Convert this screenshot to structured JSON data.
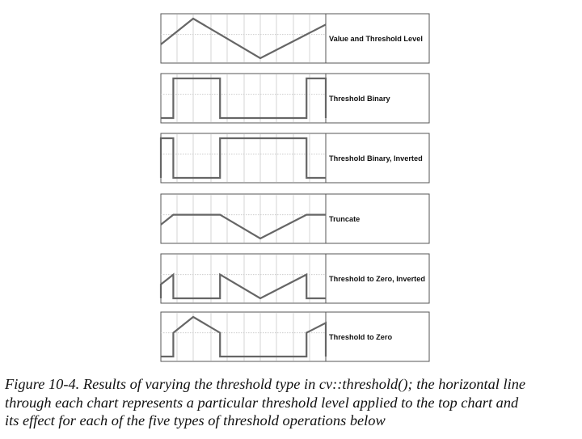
{
  "figure": {
    "panels": [
      {
        "label": "Value and Threshold Level",
        "type": "value"
      },
      {
        "label": "Threshold Binary",
        "type": "binary"
      },
      {
        "label": "Threshold Binary, Inverted",
        "type": "binary_inv"
      },
      {
        "label": "Truncate",
        "type": "trunc"
      },
      {
        "label": "Threshold to Zero, Inverted",
        "type": "tozero_inv"
      },
      {
        "label": "Threshold to Zero",
        "type": "tozero"
      }
    ],
    "signal": {
      "x": [
        0,
        40,
        123,
        204
      ],
      "y": [
        0.35,
        1.0,
        0.0,
        0.85
      ],
      "threshold": 0.6,
      "vertical_grid_x": [
        20,
        40,
        62,
        82,
        103,
        123,
        143,
        164,
        184
      ]
    },
    "colors": {
      "frame": "#555555",
      "signal": "#666666",
      "grid": "#cccccc",
      "background": "#ffffff"
    }
  },
  "caption": {
    "lines": [
      "Figure 10-4. Results of varying the threshold type in cv::threshold(); the horizontal line",
      "through each chart represents a particular threshold level applied to the top chart and",
      "its effect for each of the five types of threshold operations below"
    ]
  }
}
